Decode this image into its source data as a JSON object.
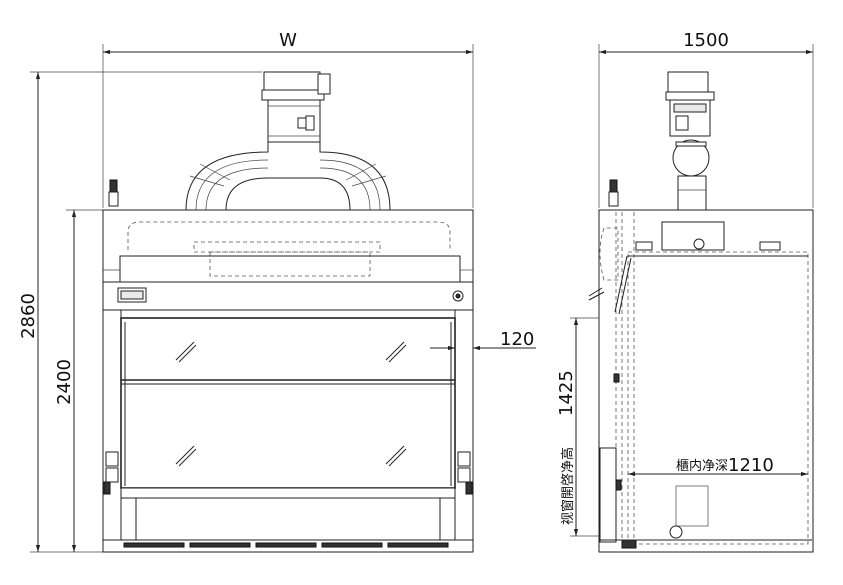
{
  "dimensions": {
    "front_width": "W",
    "front_total_height": "2860",
    "front_body_height": "2400",
    "sash_offset": "120",
    "side_width": "1500",
    "sash_opening_label": "视窗開啓净高",
    "sash_opening_value": "1425",
    "inner_depth_label": "櫃内净深",
    "inner_depth_value": "1210"
  }
}
